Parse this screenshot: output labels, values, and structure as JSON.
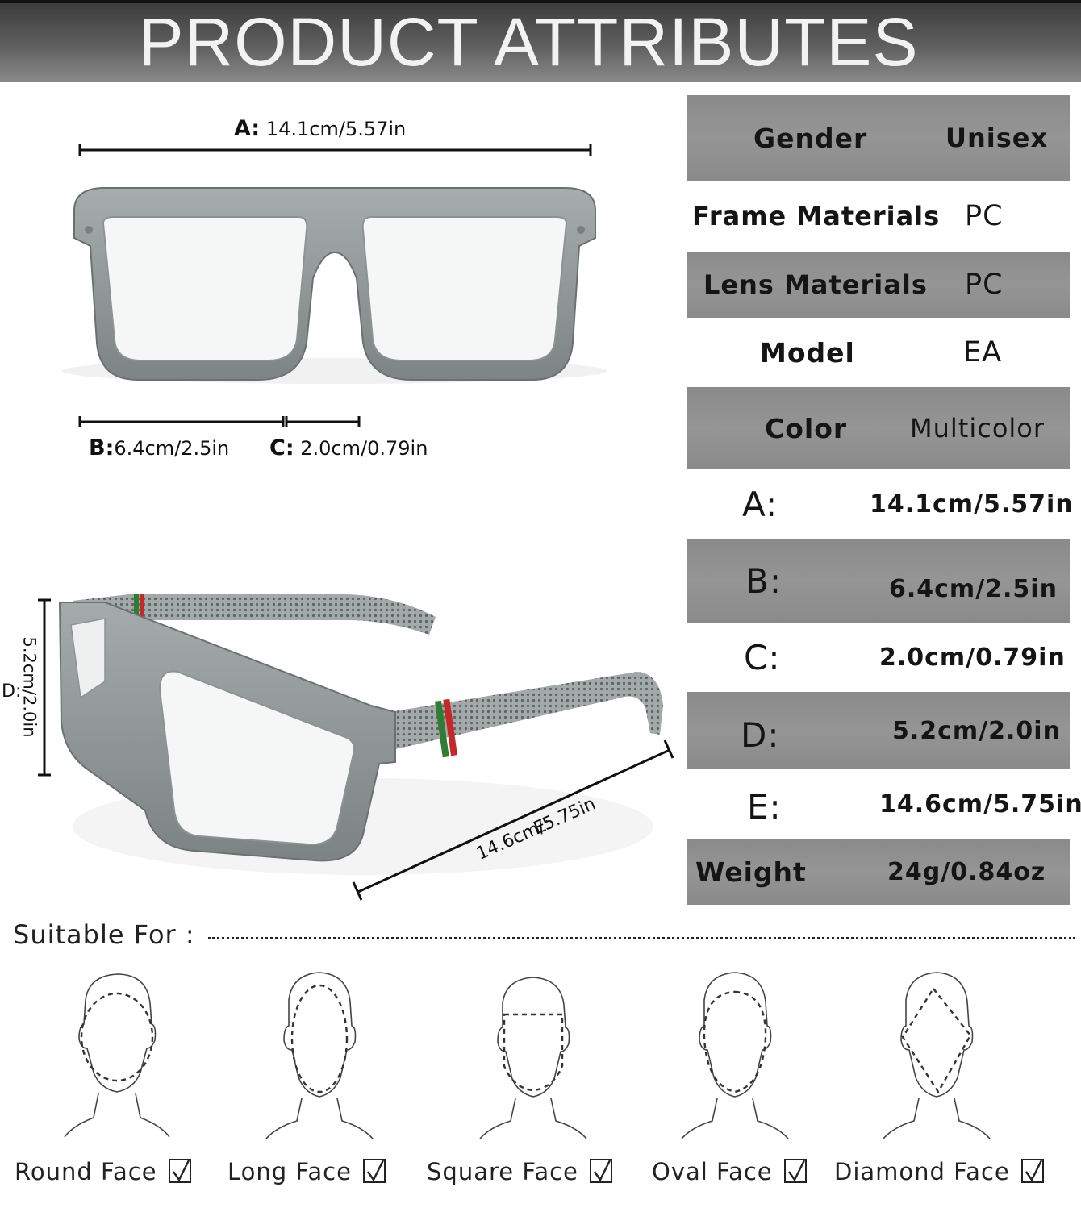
{
  "header": {
    "title": "PRODUCT ATTRIBUTES"
  },
  "dimensions_front": {
    "a": {
      "key": "A:",
      "value": "14.1cm/5.57in"
    },
    "b": {
      "key": "B:",
      "value": "6.4cm/2.5in"
    },
    "c": {
      "key": "C:",
      "value": "2.0cm/0.79in"
    }
  },
  "dimensions_side": {
    "d": {
      "key": "D:",
      "value": "5.2cm/2.0in"
    },
    "e": {
      "key": "E:",
      "value": "14.6cm/5.75in"
    }
  },
  "attributes": [
    {
      "key": "Gender",
      "value": "Unisex"
    },
    {
      "key": "Frame Materials",
      "value": "PC"
    },
    {
      "key": "Lens Materials",
      "value": "PC"
    },
    {
      "key": "Model",
      "value": "EA"
    },
    {
      "key": "Color",
      "value": "Multicolor"
    },
    {
      "key": "A:",
      "value": "14.1cm/5.57in"
    },
    {
      "key": "B:",
      "value": "6.4cm/2.5in"
    },
    {
      "key": "C:",
      "value": "2.0cm/0.79in"
    },
    {
      "key": "D:",
      "value": "5.2cm/2.0in"
    },
    {
      "key": "E:",
      "value": "14.6cm/5.75in"
    },
    {
      "key": "Weight",
      "value": "24g/0.84oz"
    }
  ],
  "suitable": {
    "label": "Suitable For :",
    "faces": [
      {
        "label": "Round Face",
        "checked": true,
        "icon": "round-face-icon"
      },
      {
        "label": "Long Face",
        "checked": true,
        "icon": "long-face-icon"
      },
      {
        "label": "Square Face",
        "checked": true,
        "icon": "square-face-icon"
      },
      {
        "label": "Oval Face",
        "checked": true,
        "icon": "oval-face-icon"
      },
      {
        "label": "Diamond Face",
        "checked": true,
        "icon": "diamond-face-icon"
      }
    ]
  },
  "colors": {
    "frame": "#8e9393",
    "stripe_red": "#c62828",
    "stripe_green": "#2e7d32",
    "table_dark": "#8f8f8f"
  }
}
